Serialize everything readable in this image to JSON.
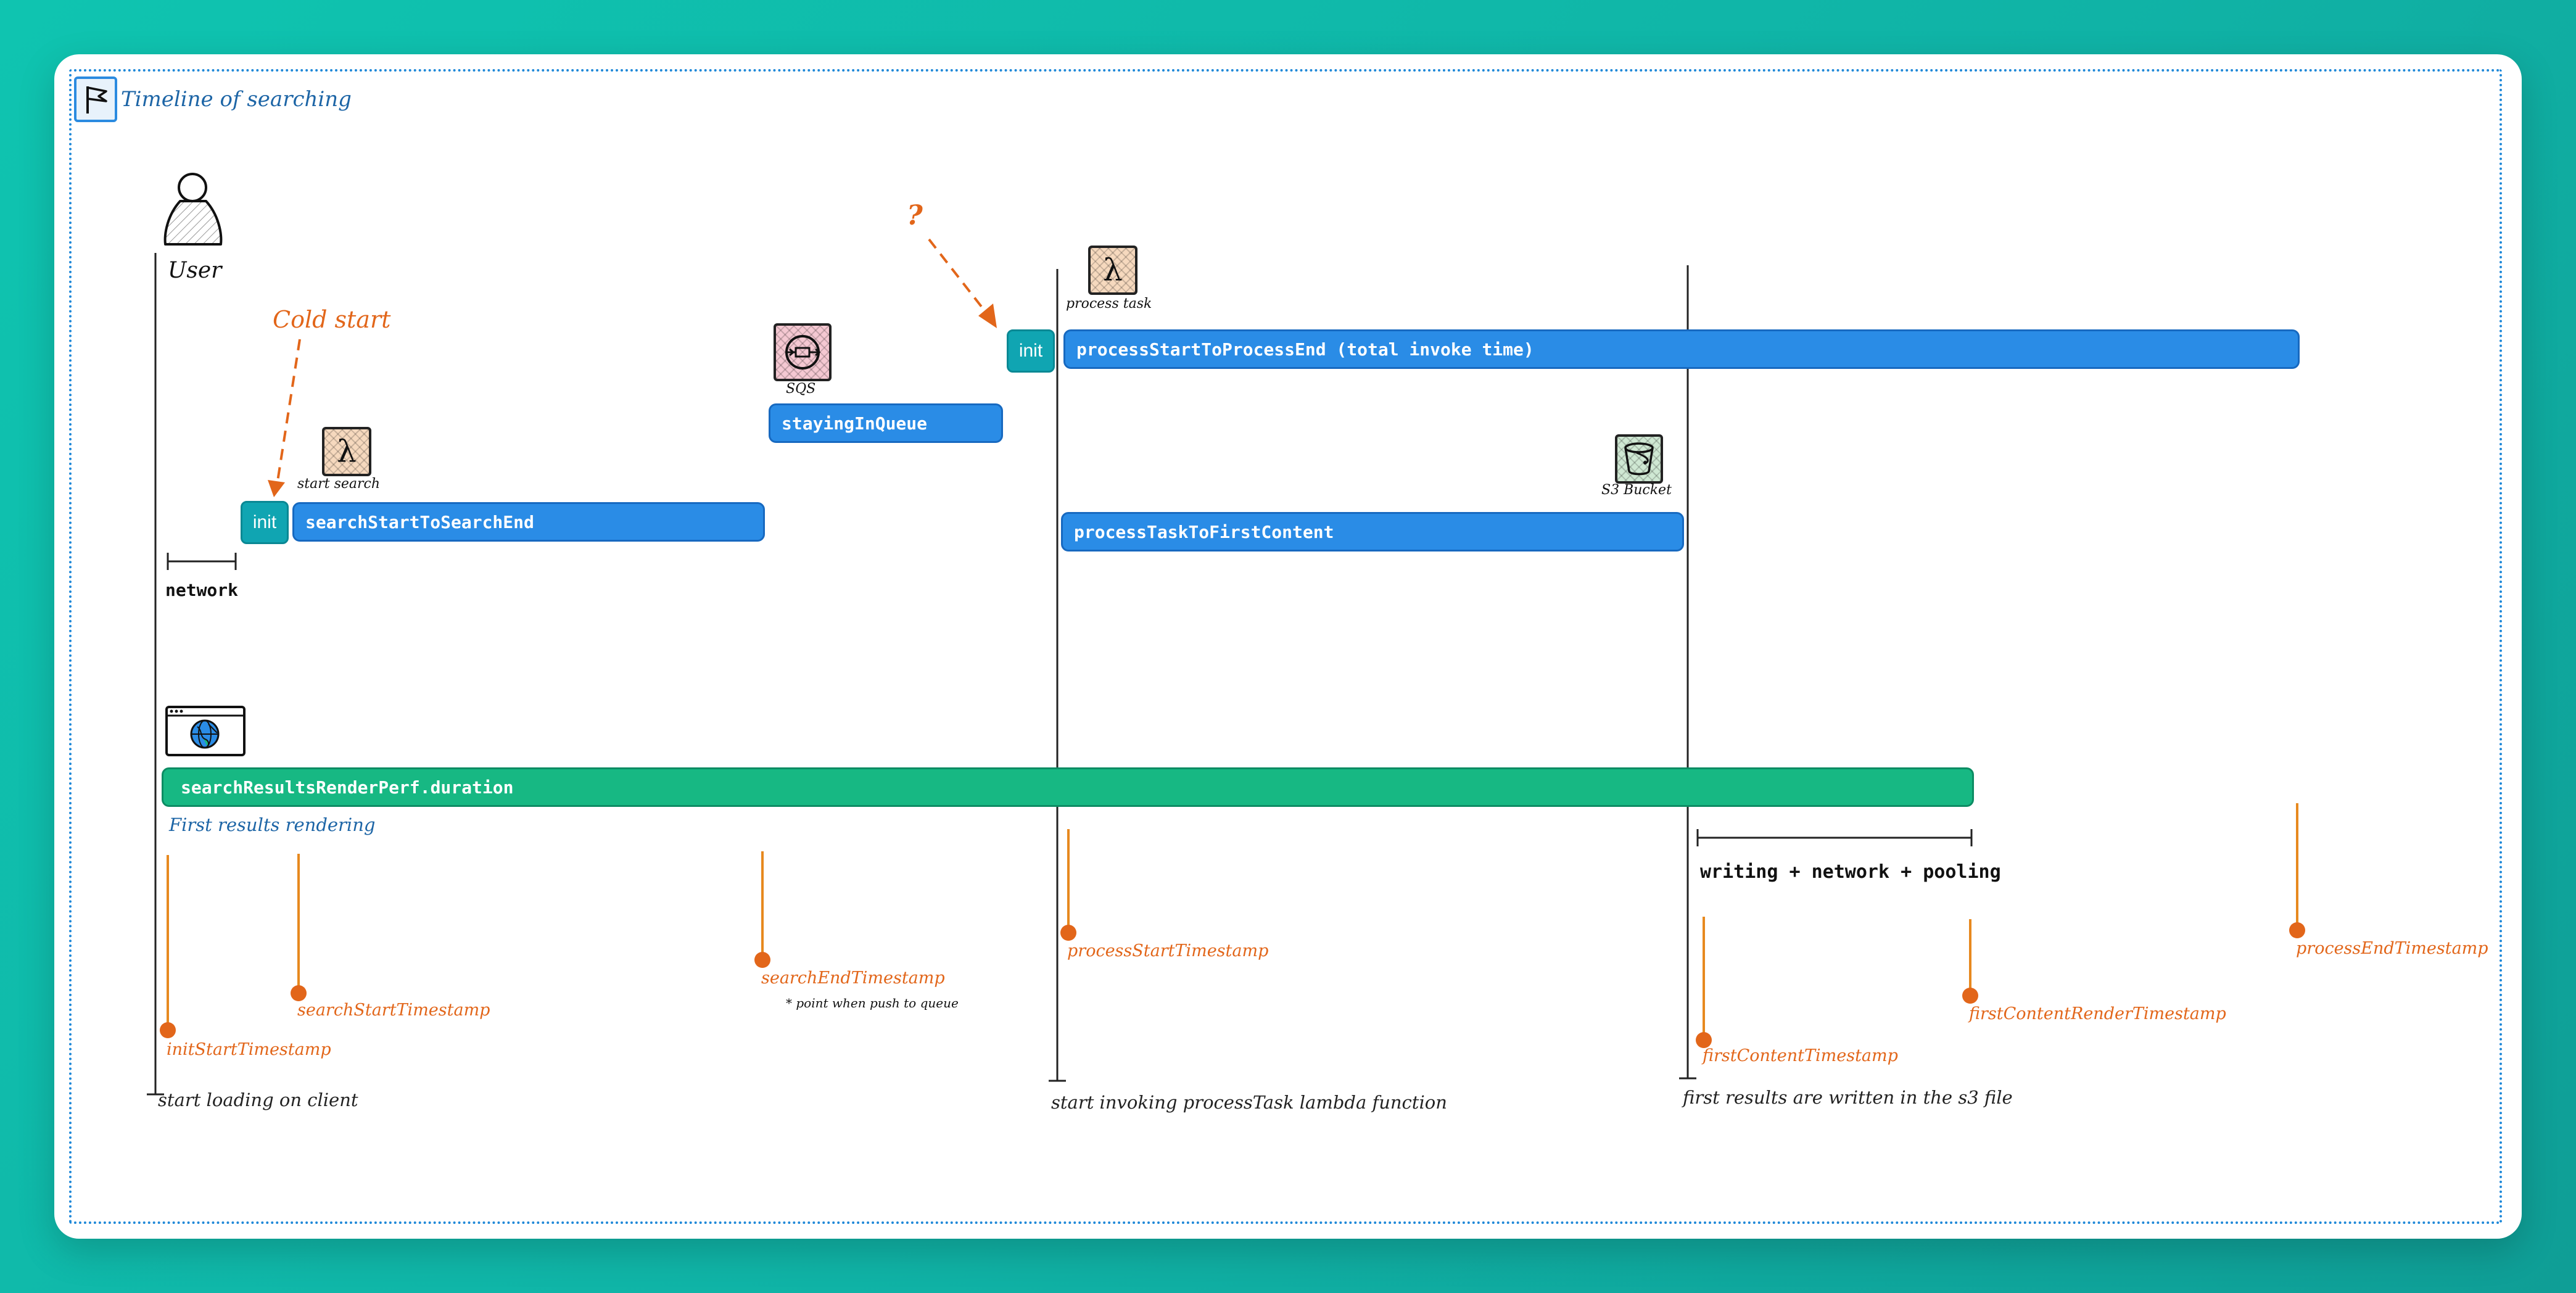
{
  "diagram": {
    "title": "Timeline of searching",
    "user_label": "User",
    "cold_start_label": "Cold start",
    "question_mark": "?",
    "network_label": "network",
    "first_results_rendering": "First results rendering",
    "writing_label": "writing + network + pooling",
    "point_note": "* point when push to queue",
    "icons": {
      "flag": "flag-icon",
      "user": "user-icon",
      "lambda_start_search": "lambda-icon",
      "lambda_process_task": "lambda-icon",
      "sqs": "sqs-icon",
      "s3": "bucket-icon",
      "browser": "browser-globe-icon"
    },
    "labels": {
      "start_search": "start search",
      "process_task": "process task",
      "sqs": "SQS",
      "s3_bucket": "S3 Bucket"
    },
    "bars": {
      "init1": "init",
      "init2": "init",
      "search": "searchStartToSearchEnd",
      "queue": "stayingInQueue",
      "process_total": "processStartToProcessEnd (total invoke time)",
      "process_first": "processTaskToFirstContent",
      "render": "searchResultsRenderPerf.duration"
    },
    "timestamps": {
      "init_start": "initStartTimestamp",
      "search_start": "searchStartTimestamp",
      "search_end": "searchEndTimestamp",
      "process_start": "processStartTimestamp",
      "first_content": "firstContentTimestamp",
      "first_content_render": "firstContentRenderTimestamp",
      "process_end": "processEndTimestamp"
    },
    "captions": {
      "client": "start loading on client",
      "invoke": "start invoking processTask lambda function",
      "s3": "first results are written in the s3 file"
    },
    "colors": {
      "background": "#10b3a6",
      "bar_blue": "#2a8ce6",
      "bar_green": "#17b883",
      "init_teal": "#10a5b2",
      "annotation_orange": "#e2661a",
      "frame_blue": "#1e88d8"
    }
  }
}
